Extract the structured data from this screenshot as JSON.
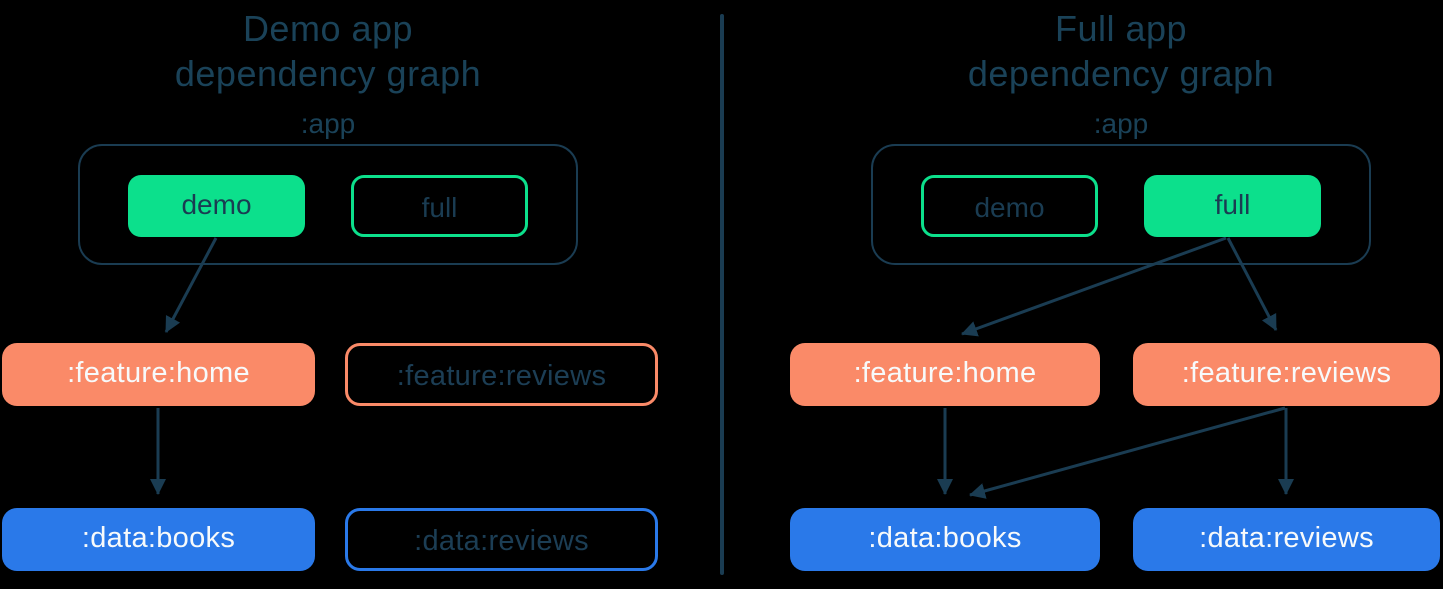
{
  "canvas": {
    "background": "#000000"
  },
  "colors": {
    "navy": "#1a3c52",
    "green": "#0ce08c",
    "orange": "#fa8a68",
    "blue": "#2a79e9",
    "light_text": "#f7fafb"
  },
  "panels": [
    {
      "id": "demo-app",
      "title_line1": "Demo app",
      "title_line2": "dependency graph",
      "app_label": ":app",
      "chips": [
        {
          "label": "demo",
          "variant": "filled-green"
        },
        {
          "label": "full",
          "variant": "outlined-green"
        }
      ],
      "nodes": [
        {
          "label": ":feature:home",
          "variant": "filled-orange"
        },
        {
          "label": ":feature:reviews",
          "variant": "outlined-orange"
        },
        {
          "label": ":data:books",
          "variant": "filled-blue"
        },
        {
          "label": ":data:reviews",
          "variant": "outlined-blue"
        }
      ],
      "edges": [
        {
          "from": "demo",
          "to": ":feature:home"
        },
        {
          "from": ":feature:home",
          "to": ":data:books"
        }
      ]
    },
    {
      "id": "full-app",
      "title_line1": "Full app",
      "title_line2": "dependency graph",
      "app_label": ":app",
      "chips": [
        {
          "label": "demo",
          "variant": "outlined-green"
        },
        {
          "label": "full",
          "variant": "filled-green"
        }
      ],
      "nodes": [
        {
          "label": ":feature:home",
          "variant": "filled-orange"
        },
        {
          "label": ":feature:reviews",
          "variant": "filled-orange"
        },
        {
          "label": ":data:books",
          "variant": "filled-blue"
        },
        {
          "label": ":data:reviews",
          "variant": "filled-blue"
        }
      ],
      "edges": [
        {
          "from": "full",
          "to": ":feature:home"
        },
        {
          "from": "full",
          "to": ":feature:reviews"
        },
        {
          "from": ":feature:home",
          "to": ":data:books"
        },
        {
          "from": ":feature:reviews",
          "to": ":data:books"
        },
        {
          "from": ":feature:reviews",
          "to": ":data:reviews"
        }
      ]
    }
  ]
}
